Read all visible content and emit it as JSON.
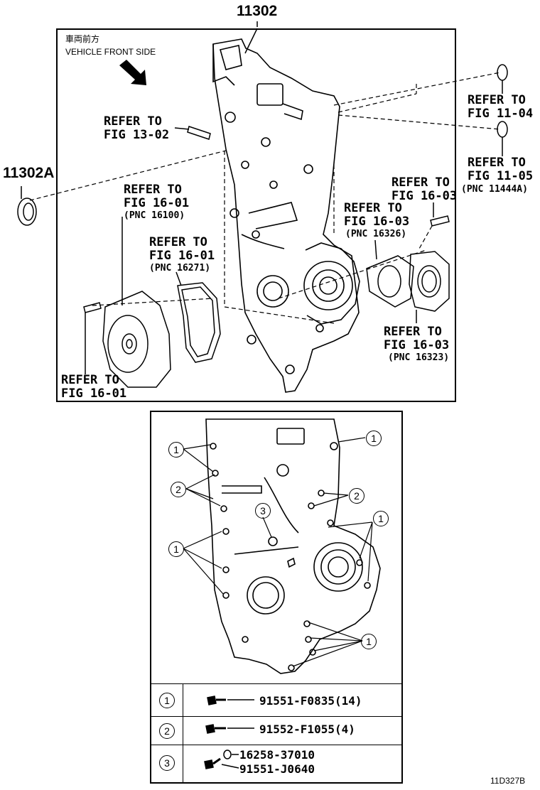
{
  "main_part": "11302",
  "seal_part": "11302A",
  "front_label_jp": "車両前方",
  "front_label_en": "VEHICLE FRONT SIDE",
  "refer": {
    "fig_13_02": [
      "REFER TO",
      "FIG 13-02"
    ],
    "fig_11_04": [
      "REFER TO",
      "FIG 11-04"
    ],
    "fig_11_05": [
      "REFER TO",
      "FIG 11-05",
      "(PNC 11444A)"
    ],
    "fig_16_01_a": [
      "REFER TO",
      "FIG 16-01",
      "(PNC 16100)"
    ],
    "fig_16_01_b": [
      "REFER TO",
      "FIG 16-01",
      "(PNC 16271)"
    ],
    "fig_16_01_c": [
      "REFER TO",
      "FIG 16-01"
    ],
    "fig_16_03_a": [
      "REFER TO",
      "FIG 16-03"
    ],
    "fig_16_03_b": [
      "REFER TO",
      "FIG 16-03",
      "(PNC 16326)"
    ],
    "fig_16_03_c": [
      "REFER TO",
      "FIG 16-03",
      "(PNC 16323)"
    ]
  },
  "callouts": [
    "1",
    "2",
    "3"
  ],
  "legend": [
    {
      "num": "1",
      "parts": [
        "91551-F0835(14)"
      ]
    },
    {
      "num": "2",
      "parts": [
        "91552-F1055(4)"
      ]
    },
    {
      "num": "3",
      "parts": [
        "16258-37010",
        "91551-J0640"
      ]
    }
  ],
  "diagram_code": "11D327B"
}
